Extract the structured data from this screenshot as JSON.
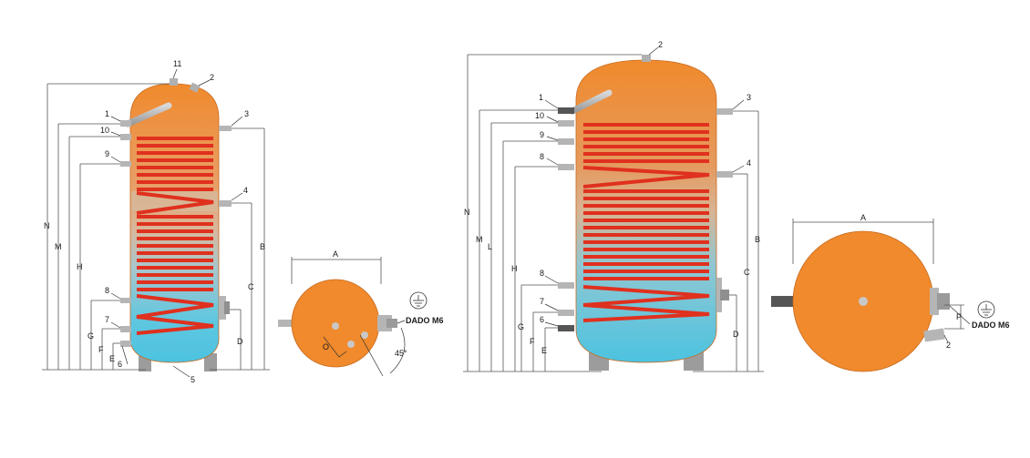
{
  "tank1": {
    "connections": [
      "11",
      "2",
      "1",
      "3",
      "10",
      "9",
      "4",
      "8",
      "7",
      "6",
      "5"
    ],
    "dimensions": [
      "N",
      "M",
      "H",
      "G",
      "F",
      "E",
      "B",
      "C",
      "D"
    ]
  },
  "topview1": {
    "dim_a": "A",
    "dim_o": "O",
    "angle": "45°",
    "nut": "DADO M6"
  },
  "tank2": {
    "connections": [
      "2",
      "1",
      "10",
      "9",
      "8",
      "3",
      "4",
      "8",
      "7",
      "6"
    ],
    "dimensions": [
      "N",
      "M",
      "L",
      "H",
      "G",
      "F",
      "E",
      "B",
      "C",
      "D"
    ]
  },
  "topview2": {
    "dim_a": "A",
    "dim_p": "P",
    "conn": "2",
    "nut": "DADO M6"
  },
  "colors": {
    "orange": "#f08a2c",
    "coil_red": "#e0301e",
    "water_blue": "#52c7e2",
    "band_tan": "#d6b89a",
    "pipe_gray": "#b8b8b8"
  }
}
